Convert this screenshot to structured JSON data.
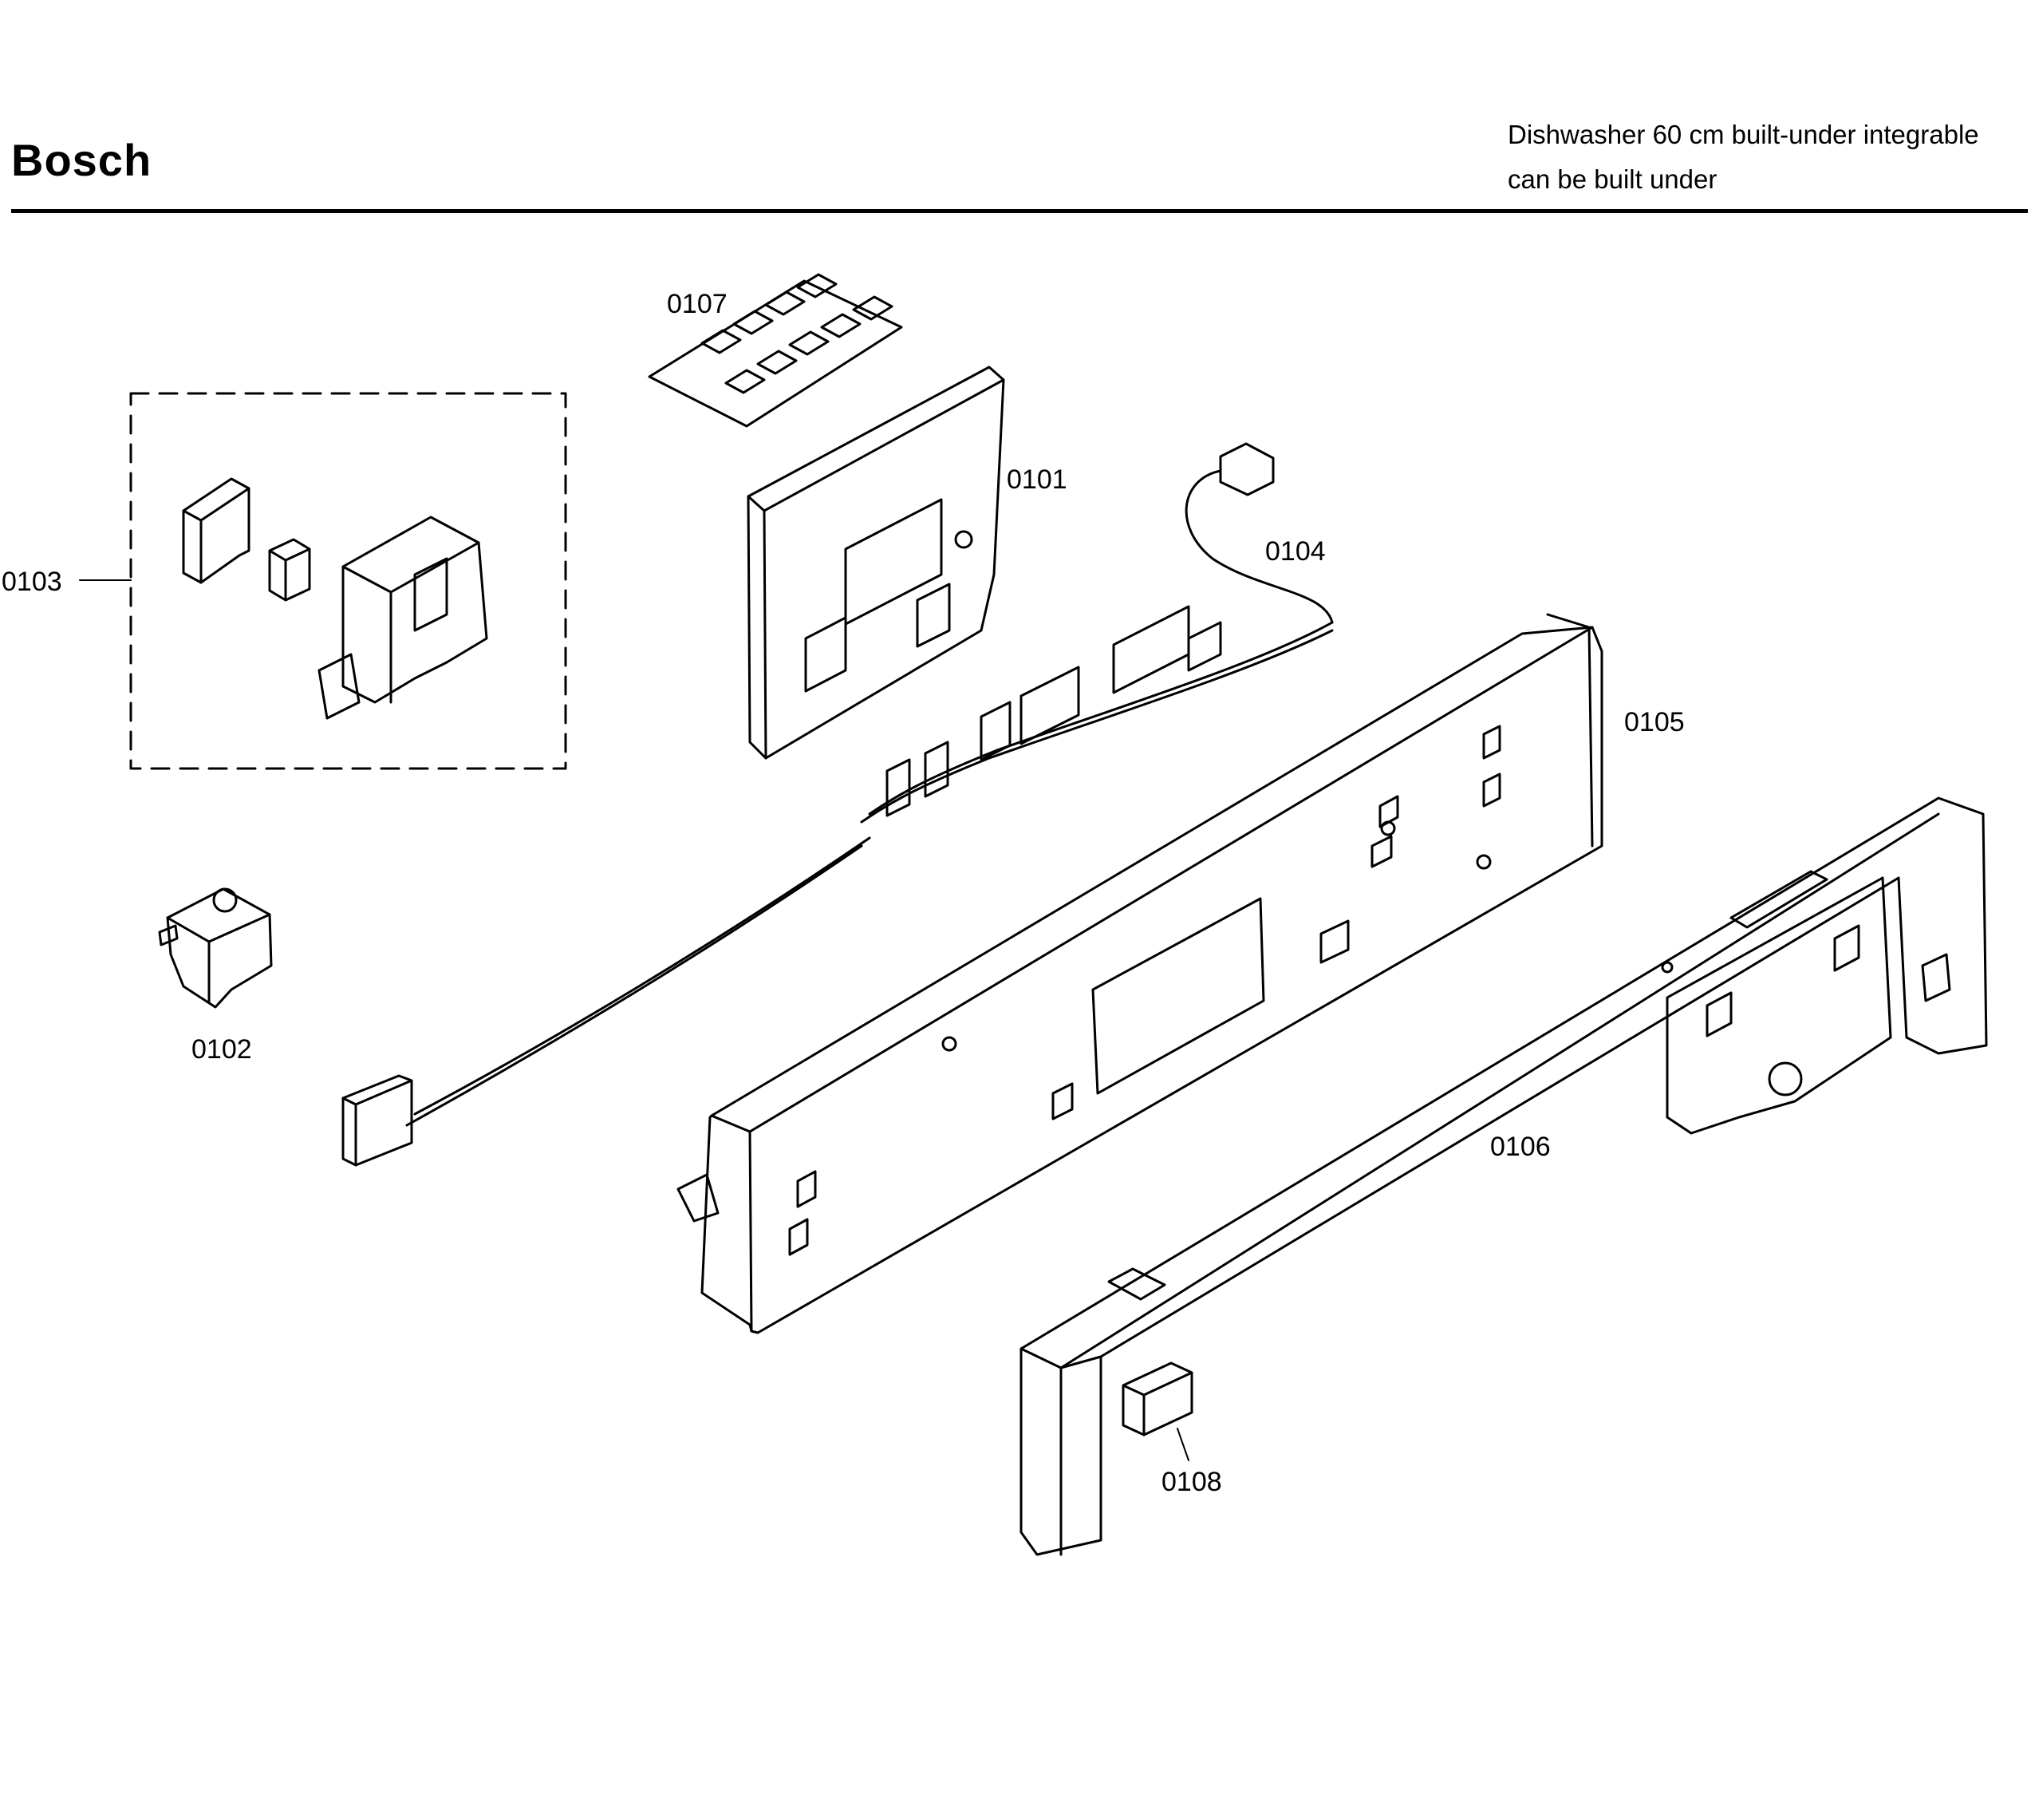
{
  "header": {
    "brand": "Bosch",
    "model_line_1": "Dishwasher 60 cm built-under integrable",
    "model_line_2": "can be built under"
  },
  "callouts": {
    "p0101": "0101",
    "p0102": "0102",
    "p0103": "0103",
    "p0104": "0104",
    "p0105": "0105",
    "p0106": "0106",
    "p0107": "0107",
    "p0108": "0108"
  }
}
